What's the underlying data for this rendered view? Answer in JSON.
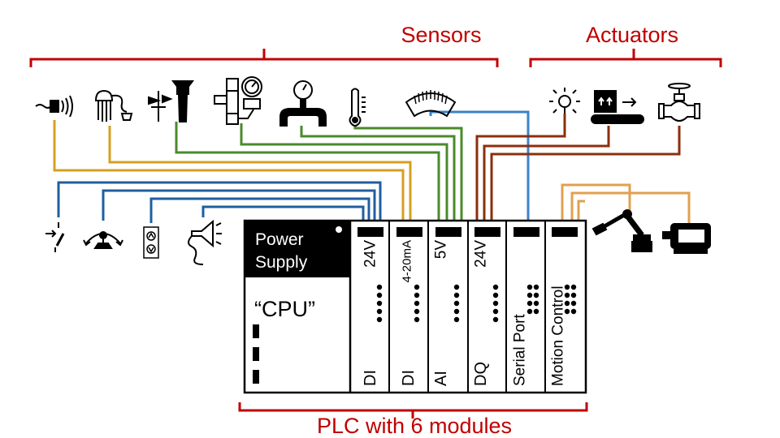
{
  "labels": {
    "sensors": "Sensors",
    "actuators": "Actuators",
    "plc": "PLC with 6 modules"
  },
  "plc": {
    "power_supply_line1": "Power",
    "power_supply_line2": "Supply",
    "cpu": "“CPU”",
    "modules": [
      {
        "type": "DI",
        "signal": "24V"
      },
      {
        "type": "DI",
        "signal": "4-20mA"
      },
      {
        "type": "AI",
        "signal": "5V"
      },
      {
        "type": "DQ",
        "signal": "24V"
      },
      {
        "type": "Serial Port",
        "signal": ""
      },
      {
        "type": "Motion Control",
        "signal": ""
      }
    ]
  },
  "colors": {
    "bracket": "#c00000",
    "digital_in_wire": "#d4a020",
    "analog_in_wire": "#4a8a2a",
    "output_wire": "#8b2f0c",
    "serial_wire": "#3b82c8",
    "hmi_wire": "#1f5f9f",
    "motion_wire": "#e0a050"
  },
  "icons": {
    "sensors": [
      "proximity-sensor-icon",
      "humidity-sensor-icon",
      "wind-vane-anemometer-icon",
      "pressure-regulator-gauge-icon",
      "pipe-pressure-gauge-icon",
      "thermometer-icon",
      "barcode-scanner-icon"
    ],
    "actuators": [
      "indicator-light-icon",
      "conveyor-belt-icon",
      "valve-icon"
    ],
    "hmi": [
      "toggle-switch-icon",
      "joystick-lever-icon",
      "up-down-button-icon",
      "horn-siren-icon"
    ],
    "motion": [
      "robot-arm-icon",
      "electric-motor-icon"
    ]
  }
}
